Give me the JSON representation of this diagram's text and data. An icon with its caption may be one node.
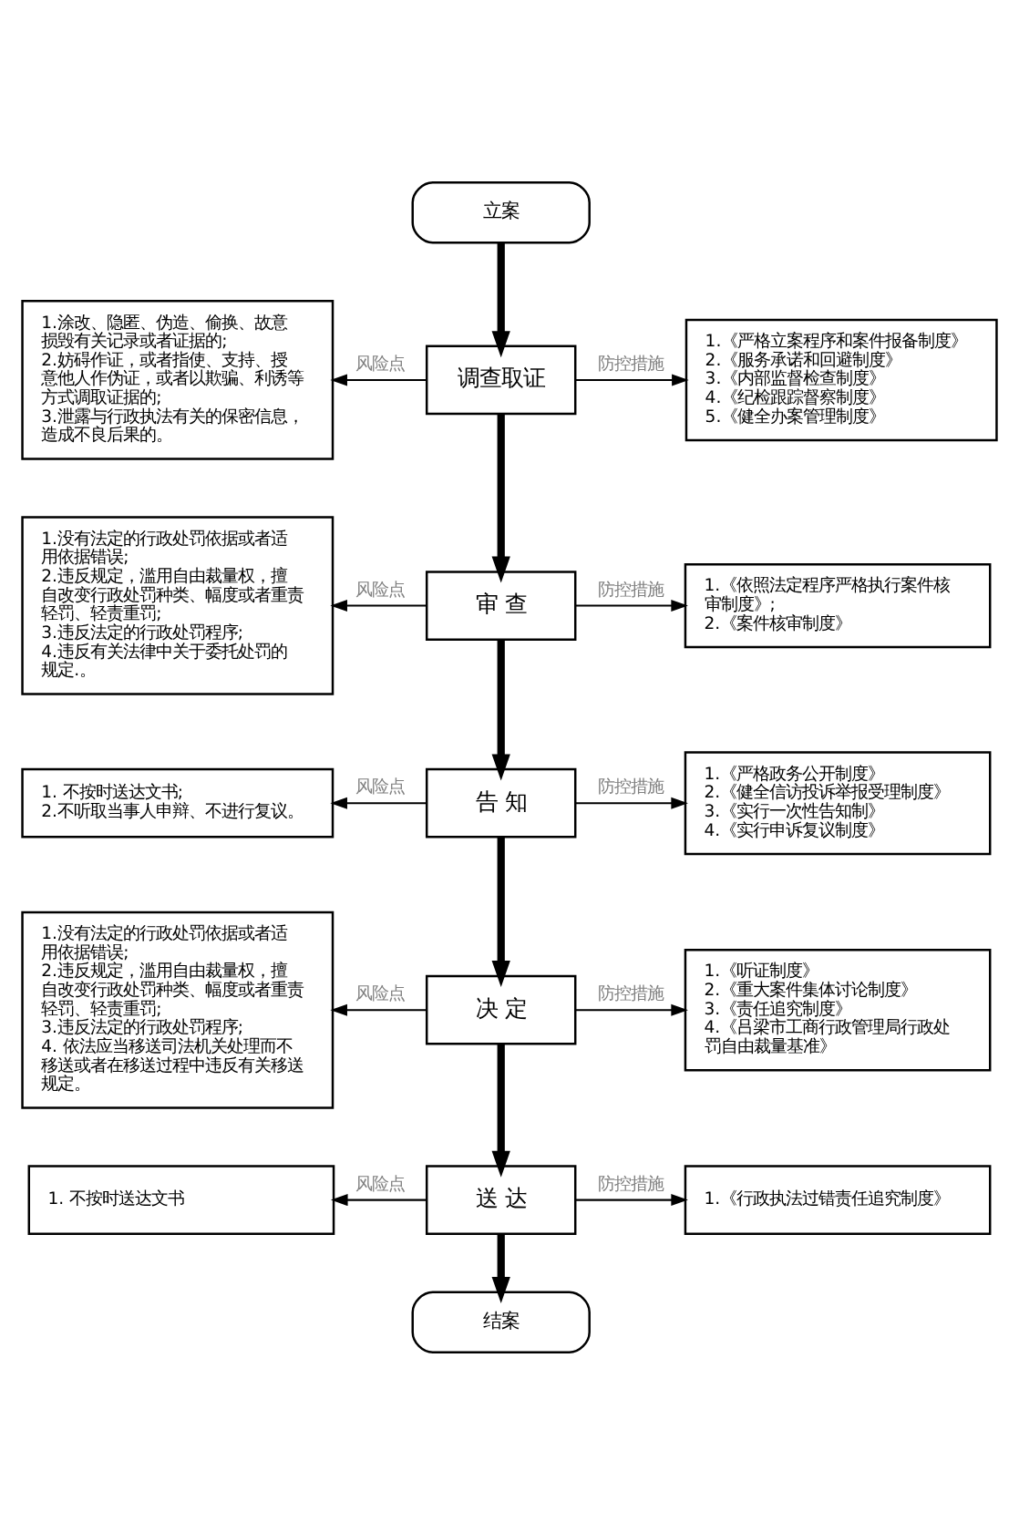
{
  "diagram": {
    "nodes": [
      {
        "text": [
          "1.涂改、隐匿、伪造、偷换、故意损毁有关记录或者证据的;",
          "2.妨碍作证，或者指使、支持、授意他人作伪证，或者以欺骗、利诱等方式调取证据的;",
          "3.泄露与行政执法有关的保密信息，造成不良后果的。"
        ]
      },
      {
        "text": [
          "立案"
        ]
      },
      {
        "text": [
          "1.《严格立案程序和案件报备制度》",
          "2.《服务承诺和回避制度》",
          "3.《内部监督检查制度》",
          "4.《纪检跟踪督察制度》",
          "5.《健全办案管理制度》"
        ]
      },
      {
        "text": [
          "调查取证"
        ]
      },
      {
        "text": [
          "1.没有法定的行政处罚依据或者适用依据错误;",
          "2.违反规定，滥用自由裁量权，擅自改变行政处罚种类、幅度或者重责轻罚、轻责重罚;",
          "3.违反法定的行政处罚程序;",
          "4.违反有关法律中关于委托处罚的规定.。"
        ]
      },
      {
        "text": [
          "审 查"
        ]
      },
      {
        "text": [
          "1.《依照法定程序严格执行案件核审制度》;",
          "2.《案件核审制度》"
        ]
      },
      {
        "text": [
          "1. 不按时送达文书;",
          "2.不听取当事人申辩、不进行复议。"
        ]
      },
      {
        "text": [
          "告 知"
        ]
      },
      {
        "text": [
          "1.《严格政务公开制度》",
          "2.《健全信访投诉举报受理制度》",
          "3.《实行一次性告知制》",
          "4.《实行申诉复议制度》"
        ]
      },
      {
        "text": [
          "1.没有法定的行政处罚依据或者适用依据错误;",
          "2.违反规定，滥用自由裁量权，擅自改变行政处罚种类、幅度或者重责轻罚、轻责重罚;",
          "3.违反法定的行政处罚程序;",
          "4. 依法应当移送司法机关处理而不移送或者在移送过程中违反有关移送规定。"
        ]
      },
      {
        "text": [
          "决 定"
        ]
      },
      {
        "text": [
          "1.《听证制度》",
          "2.《重大案件集体讨论制度》",
          "3.《责任追究制度》",
          "4.《吕梁市工商行政管理局行政处罚自由裁量基准》"
        ]
      },
      {
        "text": [
          "1. 不按时送达文书"
        ]
      },
      {
        "text": [
          "送 达"
        ]
      },
      {
        "text": [
          "1.《行政执法过错责任追究制度》"
        ]
      },
      {
        "text": [
          "结案"
        ]
      }
    ],
    "edges": [
      {
        "from": 1,
        "to": 3,
        "arrow": "to",
        "style": "thick"
      },
      {
        "from": 3,
        "to": 0,
        "arrow": "to",
        "label": "风险点"
      },
      {
        "from": 3,
        "to": 2,
        "arrow": "to",
        "label": "防控措施"
      },
      {
        "from": 3,
        "to": 5,
        "arrow": "to",
        "style": "thick"
      },
      {
        "from": 5,
        "to": 4,
        "arrow": "to",
        "label": "风险点"
      },
      {
        "from": 5,
        "to": 6,
        "arrow": "to",
        "label": "防控措施"
      },
      {
        "from": 5,
        "to": 8,
        "arrow": "to",
        "style": "thick"
      },
      {
        "from": 8,
        "to": 7,
        "arrow": "to",
        "label": "风险点"
      },
      {
        "from": 8,
        "to": 9,
        "arrow": "to",
        "label": "防控措施"
      },
      {
        "from": 8,
        "to": 11,
        "arrow": "to",
        "style": "thick"
      },
      {
        "from": 11,
        "to": 10,
        "arrow": "to",
        "label": "风险点"
      },
      {
        "from": 11,
        "to": 12,
        "arrow": "to",
        "label": "防控措施"
      },
      {
        "from": 11,
        "to": 14,
        "arrow": "to",
        "style": "thick"
      },
      {
        "from": 14,
        "to": 13,
        "arrow": "to",
        "label": "风险点"
      },
      {
        "from": 14,
        "to": 15,
        "arrow": "to",
        "label": "防控措施"
      },
      {
        "from": 14,
        "to": 16,
        "arrow": "to",
        "style": "thick"
      }
    ]
  }
}
